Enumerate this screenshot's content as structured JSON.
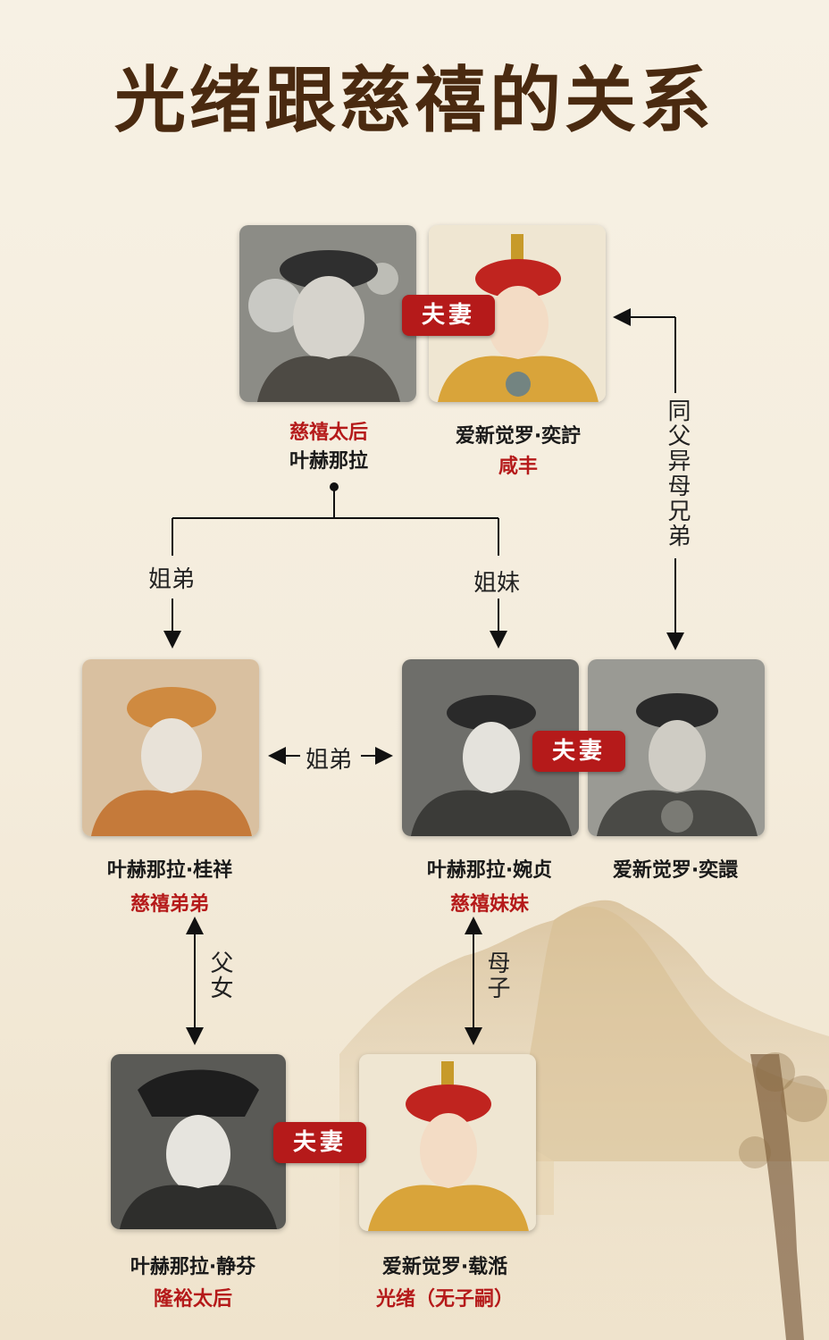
{
  "title": "光绪跟慈禧的关系",
  "badge_label": "夫妻",
  "people": {
    "cixi": {
      "label": "慈禧太后",
      "name": "叶赫那拉"
    },
    "xianfeng": {
      "name": "爱新觉罗·奕詝",
      "label": "咸丰"
    },
    "guixiang": {
      "name": "叶赫那拉·桂祥",
      "label": "慈禧弟弟"
    },
    "wanzhen": {
      "name": "叶赫那拉·婉贞",
      "label": "慈禧妹妹"
    },
    "yixuan": {
      "name": "爱新觉罗·奕譞"
    },
    "jingfen": {
      "name": "叶赫那拉·静芬",
      "label": "隆裕太后"
    },
    "guangxu": {
      "name": "爱新觉罗·载湉",
      "label": "光绪（无子嗣）"
    }
  },
  "relations": {
    "cixi_guixiang": "姐弟",
    "cixi_wanzhen": "姐妹",
    "guixiang_wanzhen": "姐弟",
    "xianfeng_yixuan": "同父异母兄弟",
    "guixiang_jingfen": "父女",
    "wanzhen_guangxu": "母子"
  },
  "colors": {
    "accent": "#b51a1a",
    "title": "#4a2a10"
  }
}
